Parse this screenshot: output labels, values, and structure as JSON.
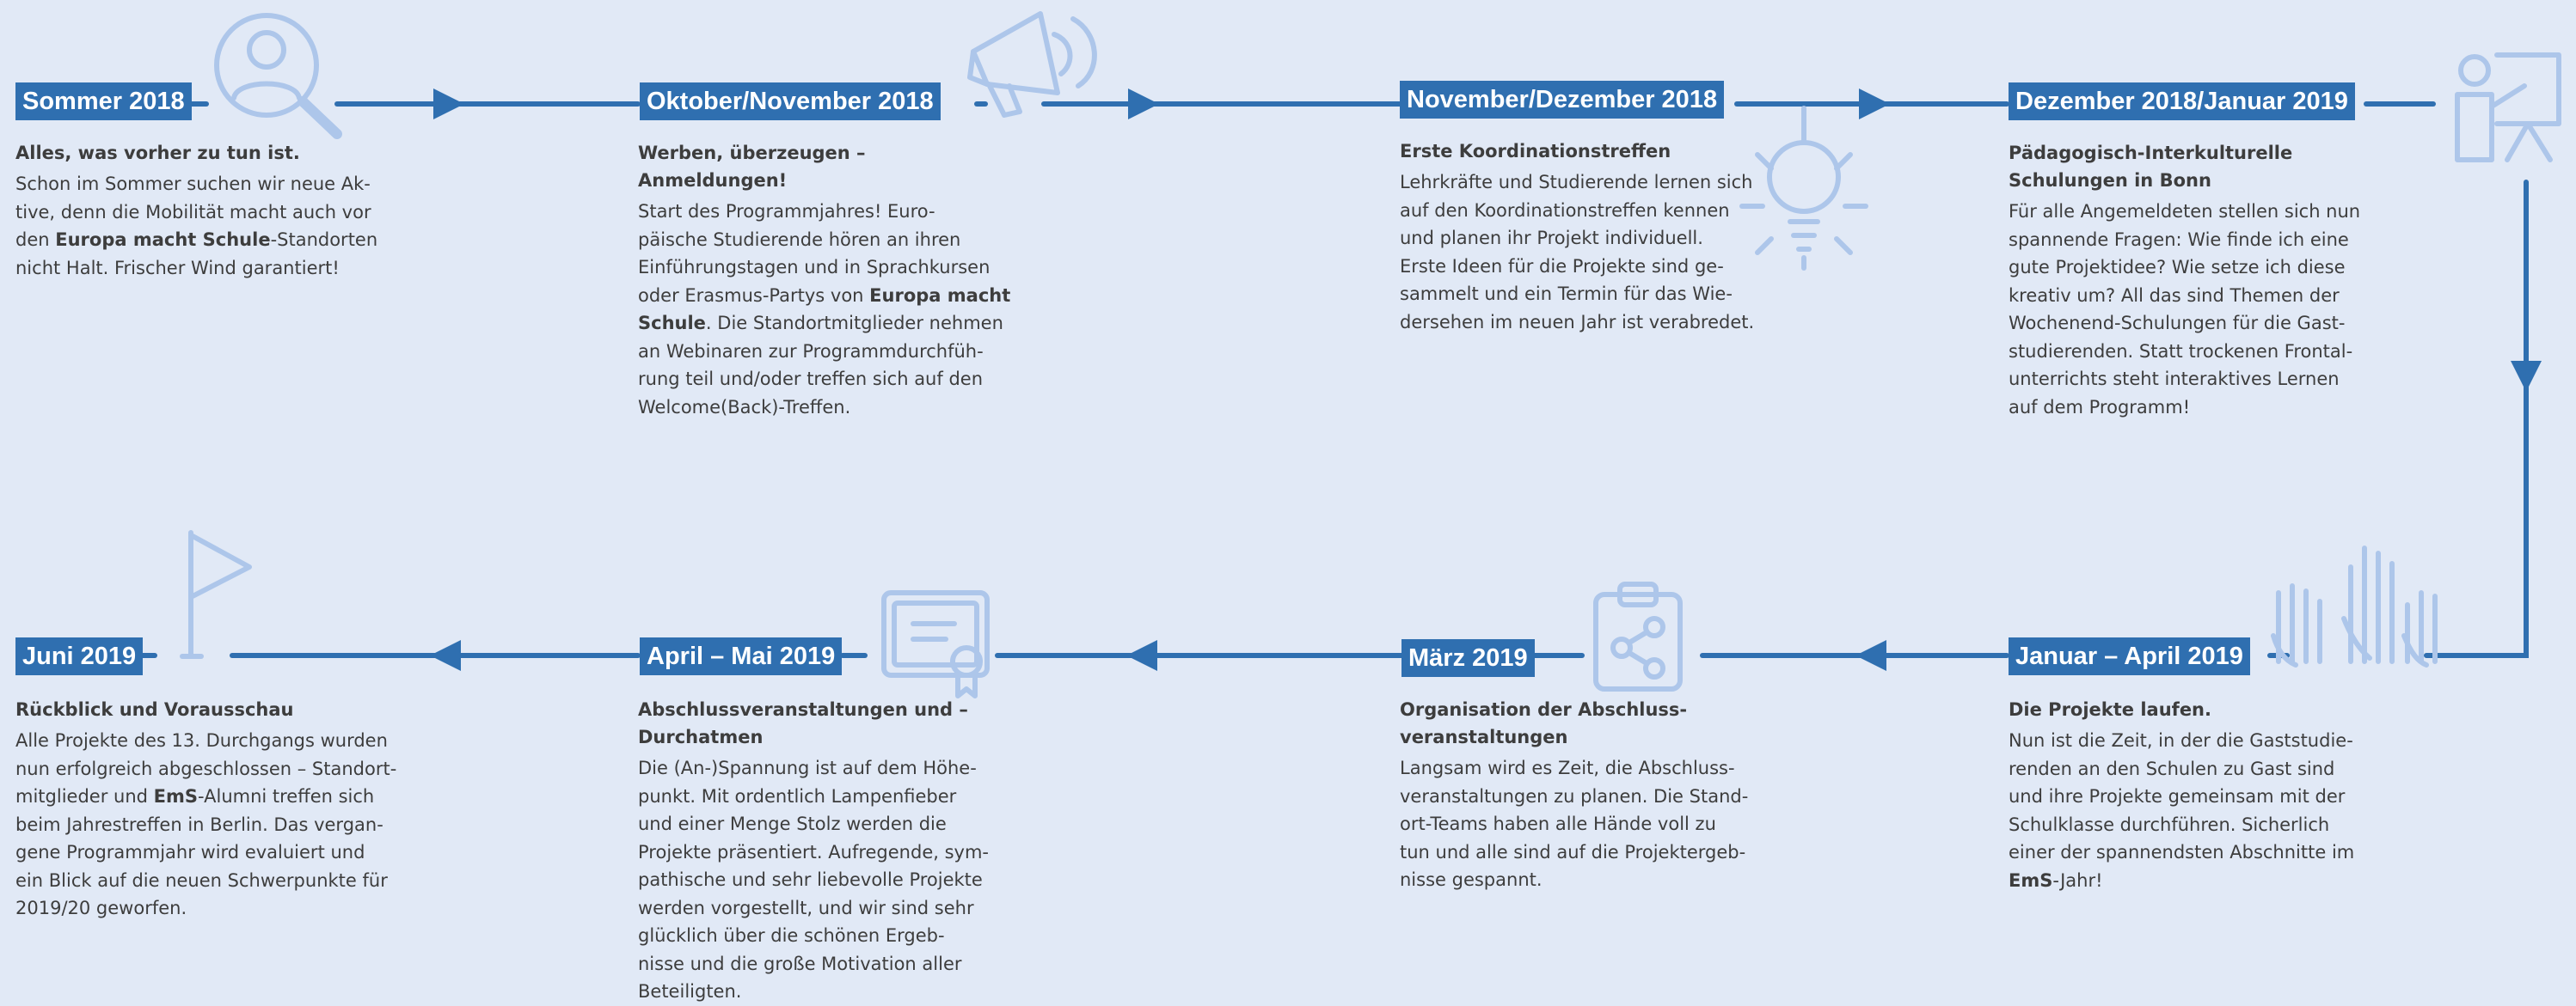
{
  "colors": {
    "background": "#e1e9f6",
    "line": "#2f6fb0",
    "label_bg": "#2f6fb0",
    "label_text": "#ffffff",
    "icon": "#adc6ea",
    "text": "#3d3d3d"
  },
  "milestones": [
    {
      "date": "Sommer 2018",
      "title": "Alles, was vorher zu tun ist.",
      "body": [
        {
          "t": "Schon im Sommer suchen wir neue Ak-"
        },
        {
          "t": "tive, denn die Mobilität macht auch vor"
        },
        {
          "t": "den "
        },
        {
          "b": "Europa macht Schule"
        },
        {
          "t": "-Standorten"
        },
        {
          "t": "nicht Halt. Frischer Wind garantiert!"
        }
      ],
      "icon": "person-search-icon"
    },
    {
      "date": "Oktober/November 2018",
      "title": "Werben, überzeugen – Anmeldungen!",
      "body": [
        {
          "t": "Start des Programmjahres! Euro-"
        },
        {
          "t": "päische Studierende hören an ihren"
        },
        {
          "t": "Einführungstagen und in Sprachkursen"
        },
        {
          "t": "oder Erasmus-Partys von "
        },
        {
          "b": "Europa macht"
        },
        {
          "b": "Schule"
        },
        {
          "t": ". Die Standortmitglieder nehmen"
        },
        {
          "t": "an Webinaren zur Programmdurchfüh-"
        },
        {
          "t": "rung teil und/oder treffen sich auf den"
        },
        {
          "t": "Welcome(Back)-Treffen."
        }
      ],
      "icon": "megaphone-icon"
    },
    {
      "date": "November/Dezember 2018",
      "title": "Erste Koordinationstreffen",
      "body": [
        {
          "t": "Lehrkräfte und Studierende lernen sich"
        },
        {
          "t": "auf den Koordinationstreffen kennen"
        },
        {
          "t": "und planen ihr Projekt individuell."
        },
        {
          "t": "Erste Ideen für die Projekte sind ge-"
        },
        {
          "t": "sammelt und ein Termin für das Wie-"
        },
        {
          "t": "dersehen im neuen Jahr ist verabredet."
        }
      ],
      "icon": "lightbulb-icon"
    },
    {
      "date": "Dezember 2018/Januar 2019",
      "title_lines": [
        "Pädagogisch-Interkulturelle",
        "Schulungen in Bonn"
      ],
      "body": [
        {
          "t": "Für alle Angemeldeten stellen sich nun"
        },
        {
          "t": "spannende Fragen: Wie finde ich eine"
        },
        {
          "t": "gute Projektidee? Wie setze ich diese"
        },
        {
          "t": "kreativ um? All das sind Themen der"
        },
        {
          "t": "Wochenend-Schulungen für die Gast-"
        },
        {
          "t": "studierenden. Statt trockenen Frontal-"
        },
        {
          "t": "unterrichts steht interaktives Lernen"
        },
        {
          "t": "auf dem Programm!"
        }
      ],
      "icon": "presenter-icon"
    },
    {
      "date": "Januar – April 2019",
      "title": "Die Projekte laufen.",
      "body": [
        {
          "t": "Nun ist die Zeit, in der die Gaststudie-"
        },
        {
          "t": "renden an den Schulen zu Gast sind"
        },
        {
          "t": "und ihre Projekte gemeinsam mit der"
        },
        {
          "t": "Schulklasse durchführen. Sicherlich"
        },
        {
          "t": "einer der spannendsten Abschnitte im"
        },
        {
          "b": "EmS"
        },
        {
          "t": "-Jahr!"
        }
      ],
      "icon": "raised-hands-icon"
    },
    {
      "date": "März 2019",
      "title_lines": [
        "Organisation der Abschluss-",
        "veranstaltungen"
      ],
      "body": [
        {
          "t": "Langsam wird es Zeit, die Abschluss-"
        },
        {
          "t": "veranstaltungen zu planen. Die Stand-"
        },
        {
          "t": "ort-Teams haben alle Hände voll zu"
        },
        {
          "t": "tun und alle sind auf die Projektergeb-"
        },
        {
          "t": "nisse gespannt."
        }
      ],
      "icon": "clipboard-share-icon"
    },
    {
      "date": "April – Mai 2019",
      "title_lines": [
        "Abschlussveranstaltungen und –",
        "Durchatmen"
      ],
      "body": [
        {
          "t": "Die (An-)Spannung ist auf dem Höhe-"
        },
        {
          "t": "punkt. Mit ordentlich Lampenfieber"
        },
        {
          "t": "und einer Menge Stolz werden die"
        },
        {
          "t": "Projekte präsentiert. Aufregende, sym-"
        },
        {
          "t": "pathische und sehr liebevolle Projekte"
        },
        {
          "t": "werden vorgestellt, und wir sind sehr"
        },
        {
          "t": "glücklich über die schönen Ergeb-"
        },
        {
          "t": "nisse und die große Motivation aller"
        },
        {
          "t": "Beteiligten."
        }
      ],
      "icon": "certificate-icon"
    },
    {
      "date": "Juni 2019",
      "title": "Rückblick und Vorausschau",
      "body": [
        {
          "t": "Alle Projekte des 13. Durchgangs wurden"
        },
        {
          "t": "nun erfolgreich abgeschlossen – Standort-"
        },
        {
          "t": "mitglieder und "
        },
        {
          "b": "EmS"
        },
        {
          "t": "-Alumni treffen sich"
        },
        {
          "t": "beim Jahrestreffen in Berlin. Das vergan-"
        },
        {
          "t": "gene Programmjahr wird evaluiert und"
        },
        {
          "t": "ein Blick auf die neuen Schwerpunkte für"
        },
        {
          "t": "2019/20 geworfen."
        }
      ],
      "icon": "flag-icon"
    }
  ]
}
